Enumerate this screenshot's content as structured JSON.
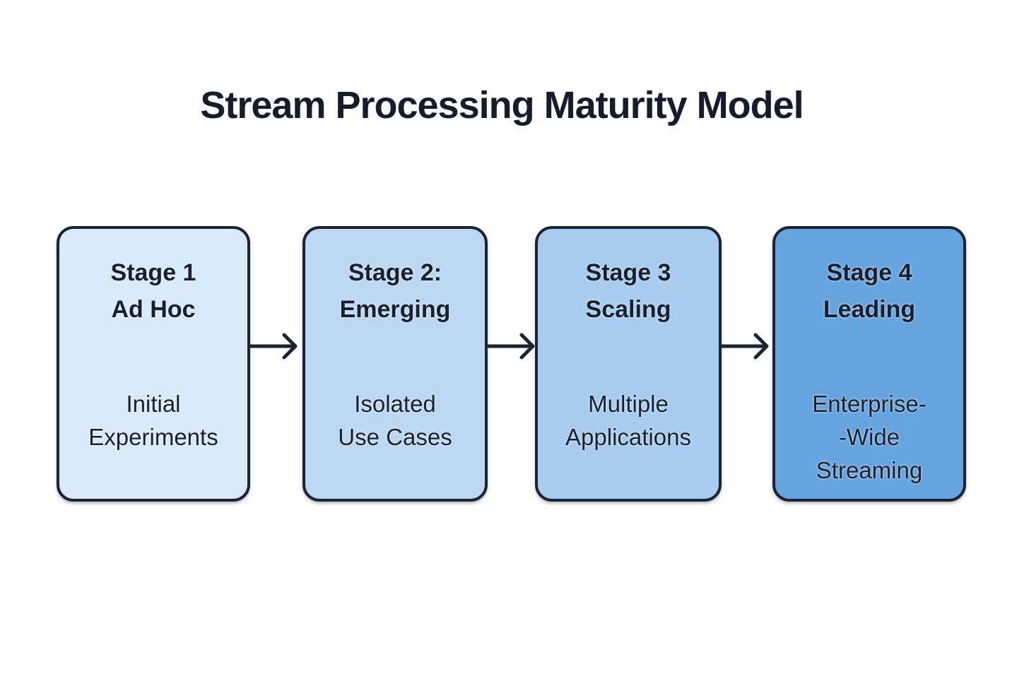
{
  "title": "Stream Processing Maturity Model",
  "colors": {
    "background": "#ffffff",
    "ink": "#1b2433",
    "title_text": "#151d2c",
    "box_text": "#16202e",
    "stage_fills": [
      "#d8eafa",
      "#bcd7f2",
      "#a7ccef",
      "#66a4df"
    ]
  },
  "diagram": {
    "connector_icon": "arrow-right-icon",
    "connector_count": 3,
    "stages": [
      {
        "heading_lines": [
          "Stage 1",
          "Ad Hoc"
        ],
        "body_lines": [
          "Initial",
          "Experiments"
        ],
        "fill": "#d8eafa"
      },
      {
        "heading_lines": [
          "Stage 2:",
          "Emerging"
        ],
        "body_lines": [
          "Isolated",
          "Use Cases"
        ],
        "fill": "#bcd7f2"
      },
      {
        "heading_lines": [
          "Stage 3",
          "Scaling"
        ],
        "body_lines": [
          "Multiple",
          "Applications"
        ],
        "fill": "#a7ccef"
      },
      {
        "heading_lines": [
          "Stage 4",
          "Leading"
        ],
        "body_lines": [
          "Enterprise-",
          "-Wide",
          "Streaming"
        ],
        "fill": "#66a4df"
      }
    ]
  }
}
